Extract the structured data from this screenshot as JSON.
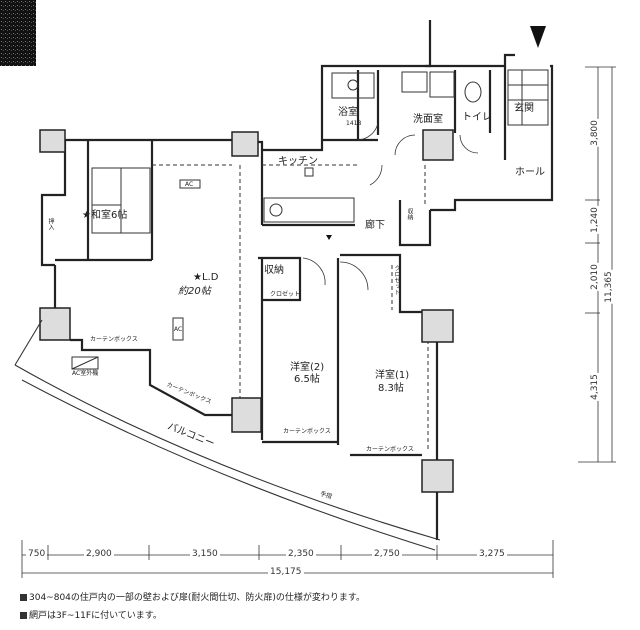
{
  "rooms": {
    "bath": "浴室",
    "bath_size": "1418",
    "washroom": "洗面室",
    "toilet": "トイレ",
    "entrance": "玄関",
    "hall": "ホール",
    "kitchen": "キッチン",
    "corridor": "廊下",
    "storage": "収納",
    "storage2": "収納",
    "closet": "クロゼット",
    "closet2": "クロゼット",
    "washitsu": "★和室6帖",
    "oshiire": "押入",
    "ld": "★L.D",
    "ld_size": "約20帖",
    "western2": "洋室(2)",
    "western2_size": "6.5帖",
    "western1": "洋室(1)",
    "western1_size": "8.3帖",
    "balcony": "バルコニー",
    "curtain_box": "カーテンボックス",
    "ac_outdoor": "AC室外機",
    "ac": "AC",
    "handrail": "手摺"
  },
  "dimensions": {
    "bottom": [
      "750",
      "2,900",
      "3,150",
      "2,350",
      "2,750",
      "3,275"
    ],
    "bottom_total": "15,175",
    "right": [
      "3,800",
      "1,240",
      "2,010",
      "4,315"
    ],
    "right_total": "11,365"
  },
  "notes": [
    "304~804の住戸内の一部の壁および扉(耐火間仕切、防火扉)の仕様が変わります。",
    "網戸は3F~11Fに付いています。"
  ]
}
